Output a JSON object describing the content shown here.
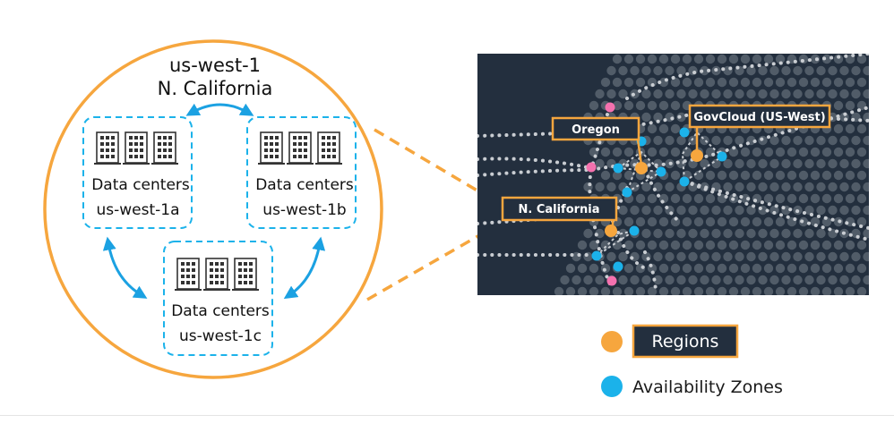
{
  "region": {
    "code": "us-west-1",
    "name": "N. California"
  },
  "availability_zones": [
    {
      "type": "Data centers",
      "code": "us-west-1a"
    },
    {
      "type": "Data centers",
      "code": "us-west-1b"
    },
    {
      "type": "Data centers",
      "code": "us-west-1c"
    }
  ],
  "map": {
    "labels": {
      "oregon": "Oregon",
      "govcloud": "GovCloud (US-West)",
      "ncalifornia": "N. California"
    }
  },
  "legend": {
    "regions": "Regions",
    "availability_zones": "Availability Zones"
  },
  "colors": {
    "region_orange": "#F6A63E",
    "az_blue": "#1BB2EA",
    "pink_node": "#F471AE",
    "map_background": "#232F3E",
    "arrow_blue": "#1BA1E2"
  }
}
